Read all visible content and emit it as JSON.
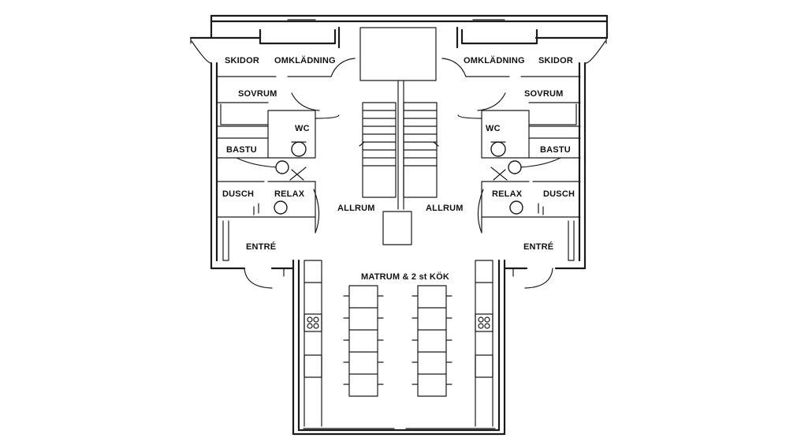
{
  "plan": {
    "rooms": {
      "skidor_left": "SKIDOR",
      "omkladning_left": "OMKLÄDNING",
      "omkladning_right": "OMKLÄDNING",
      "skidor_right": "SKIDOR",
      "sovrum_left": "SOVRUM",
      "sovrum_right": "SOVRUM",
      "wc_left": "WC",
      "wc_right": "WC",
      "bastu_left": "BASTU",
      "bastu_right": "BASTU",
      "dusch_left": "DUSCH",
      "relax_left": "RELAX",
      "relax_right": "RELAX",
      "dusch_right": "DUSCH",
      "allrum_left": "ALLRUM",
      "allrum_right": "ALLRUM",
      "entre_left": "ENTRÉ",
      "entre_right": "ENTRÉ",
      "matrum": "MATRUM & 2 st KÖK"
    }
  }
}
